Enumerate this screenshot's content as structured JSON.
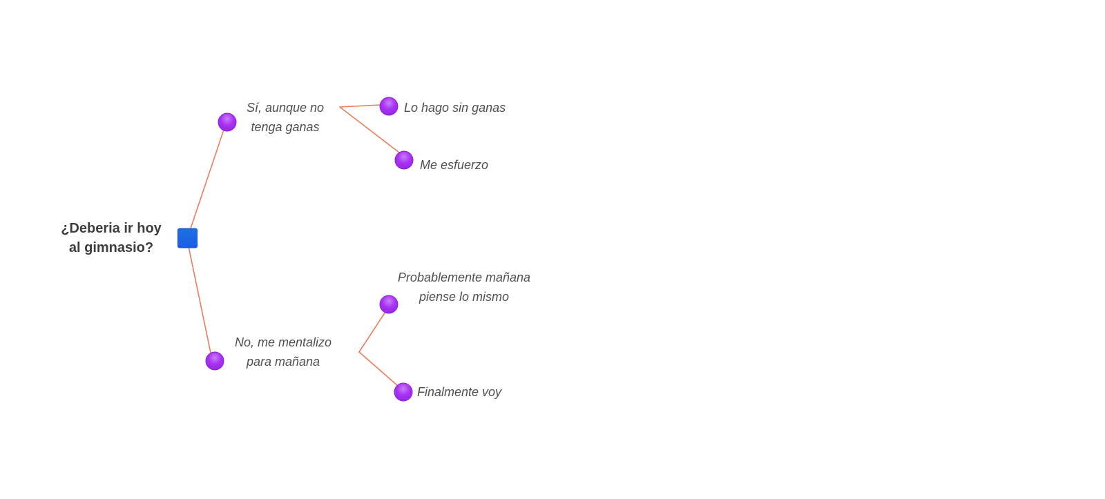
{
  "colors": {
    "edge_color": "#ed7b5b",
    "root_node_fill": "#1e6ee9",
    "root_node_border": "#1757c9",
    "branch_node_fill": "#a832f2",
    "branch_node_highlight": "#c97ef8",
    "branch_node_border": "#8c20d9",
    "root_text_color": "#3d3d3d",
    "label_text_color": "#4f4f4f"
  },
  "mindmap": {
    "root": {
      "label": "¿Deberia ir hoy\nal gimnasio?",
      "shape": "square"
    },
    "branches": [
      {
        "label": "Sí, aunque no\ntenga ganas",
        "shape": "circle",
        "children": [
          {
            "label": "Lo hago sin ganas",
            "shape": "circle"
          },
          {
            "label": "Me esfuerzo",
            "shape": "circle"
          }
        ]
      },
      {
        "label": "No, me mentalizo\npara mañana",
        "shape": "circle",
        "children": [
          {
            "label": "Probablemente mañana\npiense lo mismo",
            "shape": "circle"
          },
          {
            "label": "Finalmente voy",
            "shape": "circle"
          }
        ]
      }
    ]
  }
}
